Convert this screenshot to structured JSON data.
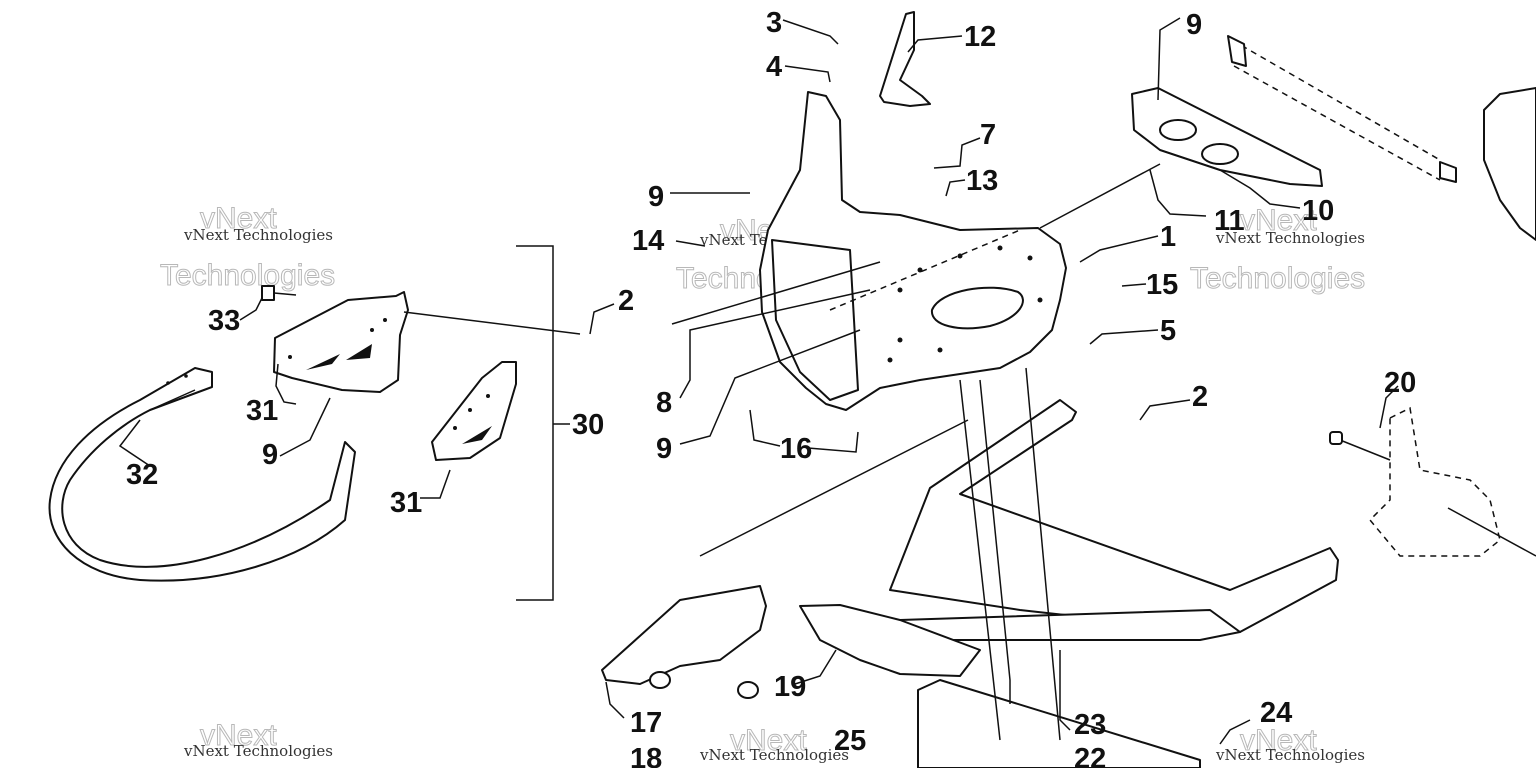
{
  "diagram": {
    "callouts": [
      {
        "label": "1"
      },
      {
        "label": "2"
      },
      {
        "label": "2"
      },
      {
        "label": "3"
      },
      {
        "label": "4"
      },
      {
        "label": "5"
      },
      {
        "label": "7"
      },
      {
        "label": "8"
      },
      {
        "label": "9"
      },
      {
        "label": "9"
      },
      {
        "label": "9"
      },
      {
        "label": "9"
      },
      {
        "label": "10"
      },
      {
        "label": "11"
      },
      {
        "label": "12"
      },
      {
        "label": "13"
      },
      {
        "label": "14"
      },
      {
        "label": "15"
      },
      {
        "label": "16"
      },
      {
        "label": "17"
      },
      {
        "label": "18"
      },
      {
        "label": "19"
      },
      {
        "label": "20"
      },
      {
        "label": "22"
      },
      {
        "label": "23"
      },
      {
        "label": "24"
      },
      {
        "label": "25"
      },
      {
        "label": "30"
      },
      {
        "label": "31"
      },
      {
        "label": "31"
      },
      {
        "label": "32"
      },
      {
        "label": "33"
      }
    ],
    "watermark": {
      "brand": "vNext",
      "company": "vNext Technologies",
      "word": "Technologies"
    }
  }
}
